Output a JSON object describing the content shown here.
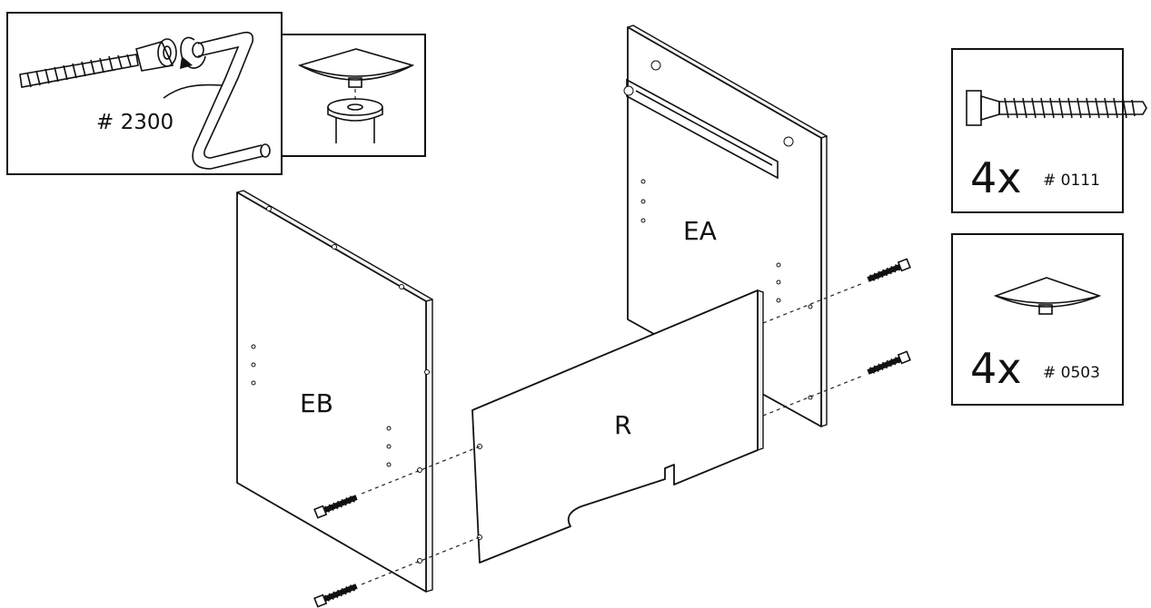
{
  "panels": {
    "ea": {
      "label": "EA"
    },
    "eb": {
      "label": "EB"
    },
    "r": {
      "label": "R"
    }
  },
  "detail": {
    "tool_label": "# 2300"
  },
  "parts": [
    {
      "icon": "cam-screw-icon",
      "quantity": "4x",
      "code": "# 0111"
    },
    {
      "icon": "cover-cap-icon",
      "quantity": "4x",
      "code": "# 0503"
    }
  ]
}
